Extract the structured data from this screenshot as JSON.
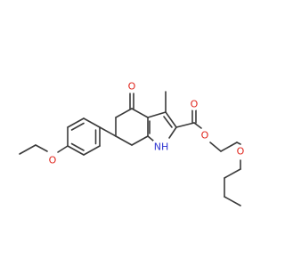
{
  "structure": {
    "atoms": {
      "ketone_o": "O",
      "ester_carbonyl_o": "O",
      "ester_o": "O",
      "ether_o": "O",
      "aryl_ether_o": "O",
      "nh": "NH"
    },
    "colors": {
      "bond": "#3a3a3a",
      "oxygen": "#e0241b",
      "nitrogen": "#2b32d0"
    }
  }
}
